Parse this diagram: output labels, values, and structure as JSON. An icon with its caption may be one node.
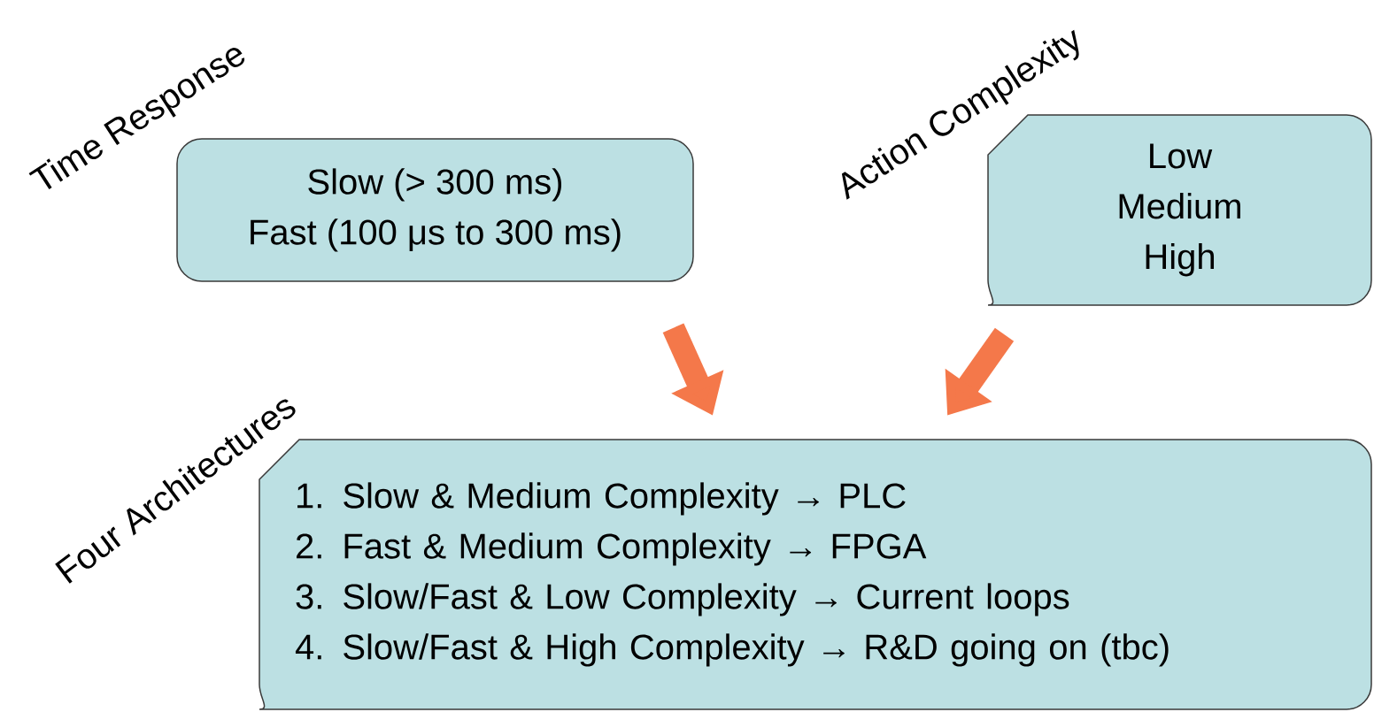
{
  "diagram": {
    "nodes": [
      {
        "text": [
          "Time Response",
          "Slow (> 300 ms)",
          "Fast (100 μs to 300 ms)"
        ]
      },
      {
        "text": [
          "Action Complexity",
          "Low",
          "Medium",
          "High"
        ]
      },
      {
        "text": [
          "Four Architectures",
          "1. Slow & Medium Complexity → PLC",
          "2. Fast & Medium Complexity →  FPGA",
          "3. Slow/Fast & Low Complexity → Current loops",
          "4. Slow/Fast & High Complexity → R&D going on (tbc)"
        ]
      }
    ],
    "edges": [
      {
        "from": 0,
        "to": 2,
        "arrow": "to"
      },
      {
        "from": 1,
        "to": 2,
        "arrow": "to"
      }
    ]
  }
}
